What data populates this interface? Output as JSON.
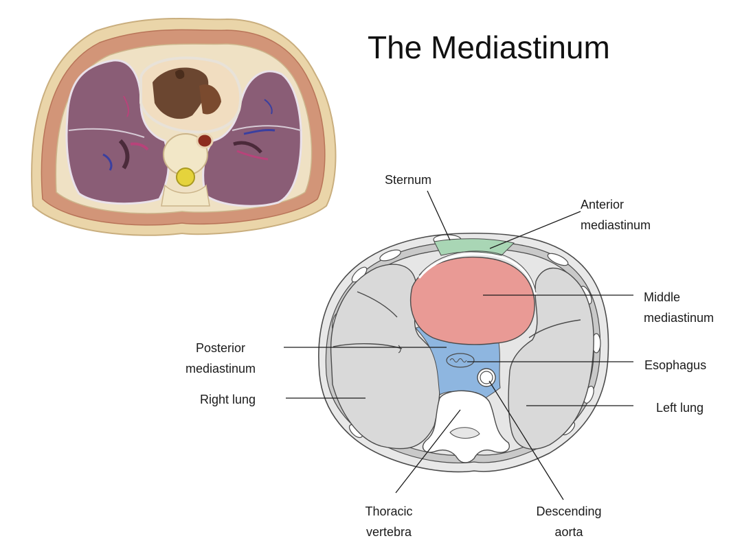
{
  "title": "The Mediastinum",
  "labels": {
    "sternum": "Sternum",
    "anterior_1": "Anterior",
    "anterior_2": "mediastinum",
    "middle_1": "Middle",
    "middle_2": "mediastinum",
    "posterior_1": "Posterior",
    "posterior_2": "mediastinum",
    "esophagus": "Esophagus",
    "right_lung": "Right lung",
    "left_lung": "Left lung",
    "vertebra_1": "Thoracic",
    "vertebra_2": "vertebra",
    "aorta_1": "Descending",
    "aorta_2": "aorta"
  },
  "colors": {
    "anterior_mediastinum": "#a9d6b5",
    "middle_mediastinum": "#e99a95",
    "posterior_mediastinum": "#8eb6e0",
    "lung": "#d9d9d9",
    "body_wall": "#e8e8e8",
    "skin_tissue": "#e9d3a6",
    "muscle": "#cf8a6a",
    "lung_tissue": "#8c5f78"
  }
}
